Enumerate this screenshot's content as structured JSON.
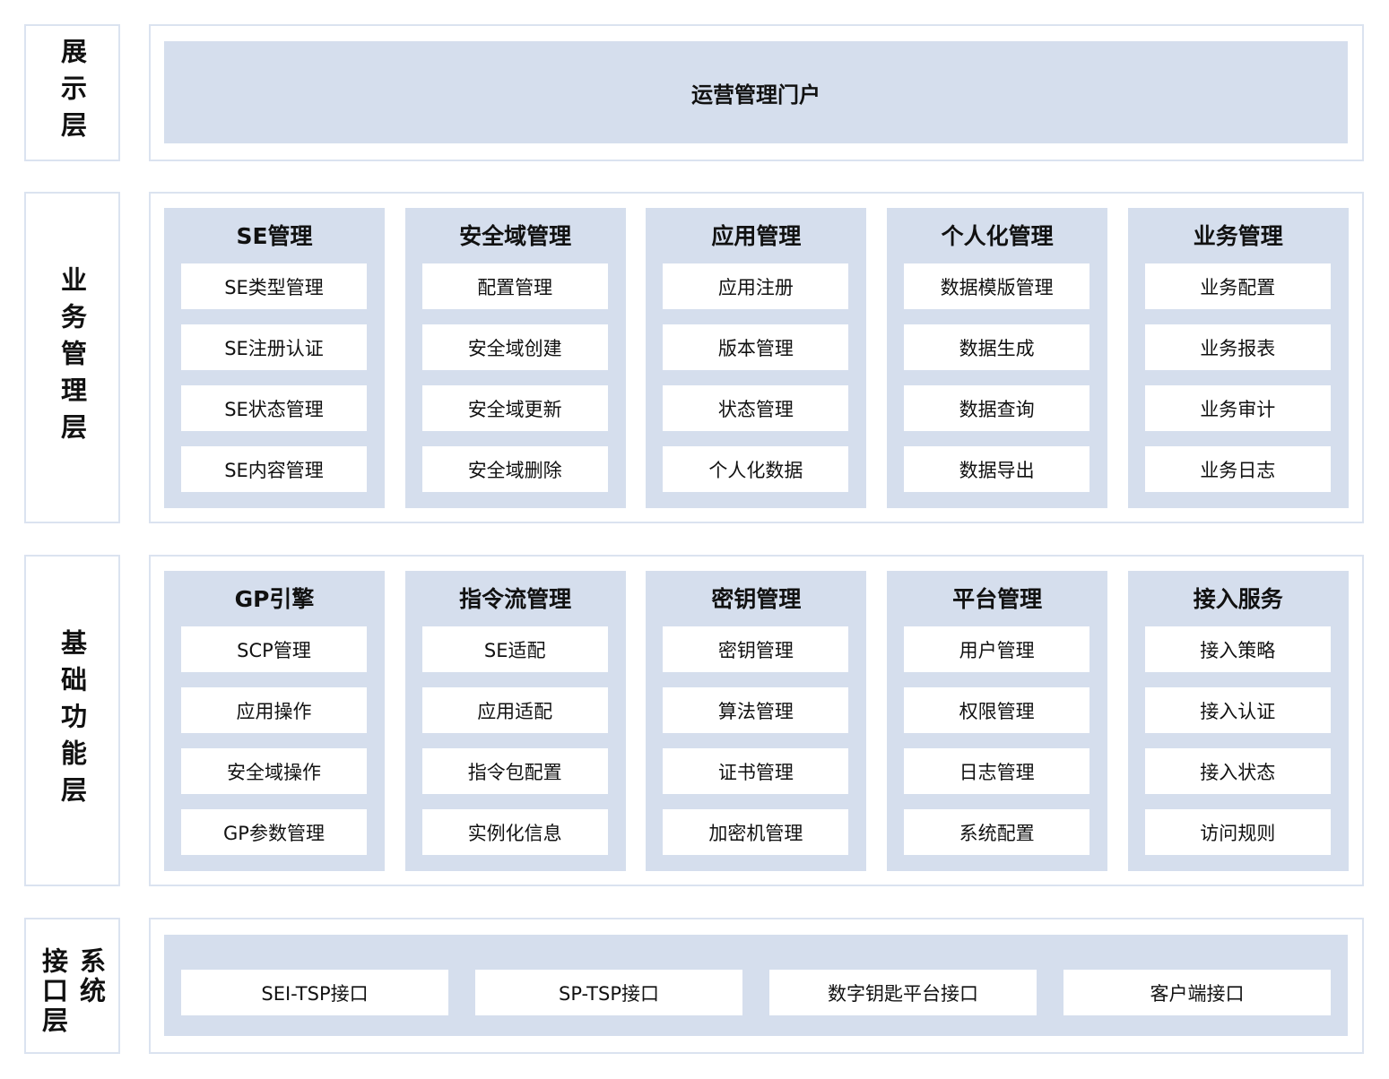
{
  "layers": {
    "presentation": {
      "label": "展示层",
      "portal": "运营管理门户"
    },
    "business": {
      "label": "业务管理层",
      "groups": [
        {
          "title": "SE管理",
          "items": [
            "SE类型管理",
            "SE注册认证",
            "SE状态管理",
            "SE内容管理"
          ]
        },
        {
          "title": "安全域管理",
          "items": [
            "配置管理",
            "安全域创建",
            "安全域更新",
            "安全域删除"
          ]
        },
        {
          "title": "应用管理",
          "items": [
            "应用注册",
            "版本管理",
            "状态管理",
            "个人化数据"
          ]
        },
        {
          "title": "个人化管理",
          "items": [
            "数据模版管理",
            "数据生成",
            "数据查询",
            "数据导出"
          ]
        },
        {
          "title": "业务管理",
          "items": [
            "业务配置",
            "业务报表",
            "业务审计",
            "业务日志"
          ]
        }
      ]
    },
    "foundation": {
      "label": "基础功能层",
      "groups": [
        {
          "title": "GP引擎",
          "items": [
            "SCP管理",
            "应用操作",
            "安全域操作",
            "GP参数管理"
          ]
        },
        {
          "title": "指令流管理",
          "items": [
            "SE适配",
            "应用适配",
            "指令包配置",
            "实例化信息"
          ]
        },
        {
          "title": "密钥管理",
          "items": [
            "密钥管理",
            "算法管理",
            "证书管理",
            "加密机管理"
          ]
        },
        {
          "title": "平台管理",
          "items": [
            "用户管理",
            "权限管理",
            "日志管理",
            "系统配置"
          ]
        },
        {
          "title": "接入服务",
          "items": [
            "接入策略",
            "接入认证",
            "接入状态",
            "访问规则"
          ]
        }
      ]
    },
    "interface": {
      "label_col1": "系统",
      "label_col2": "接口层",
      "items": [
        "SEI-TSP接口",
        "SP-TSP接口",
        "数字钥匙平台接口",
        "客户端接口"
      ]
    }
  },
  "colors": {
    "fill": "#d5deed",
    "border": "#dbe3f0"
  }
}
